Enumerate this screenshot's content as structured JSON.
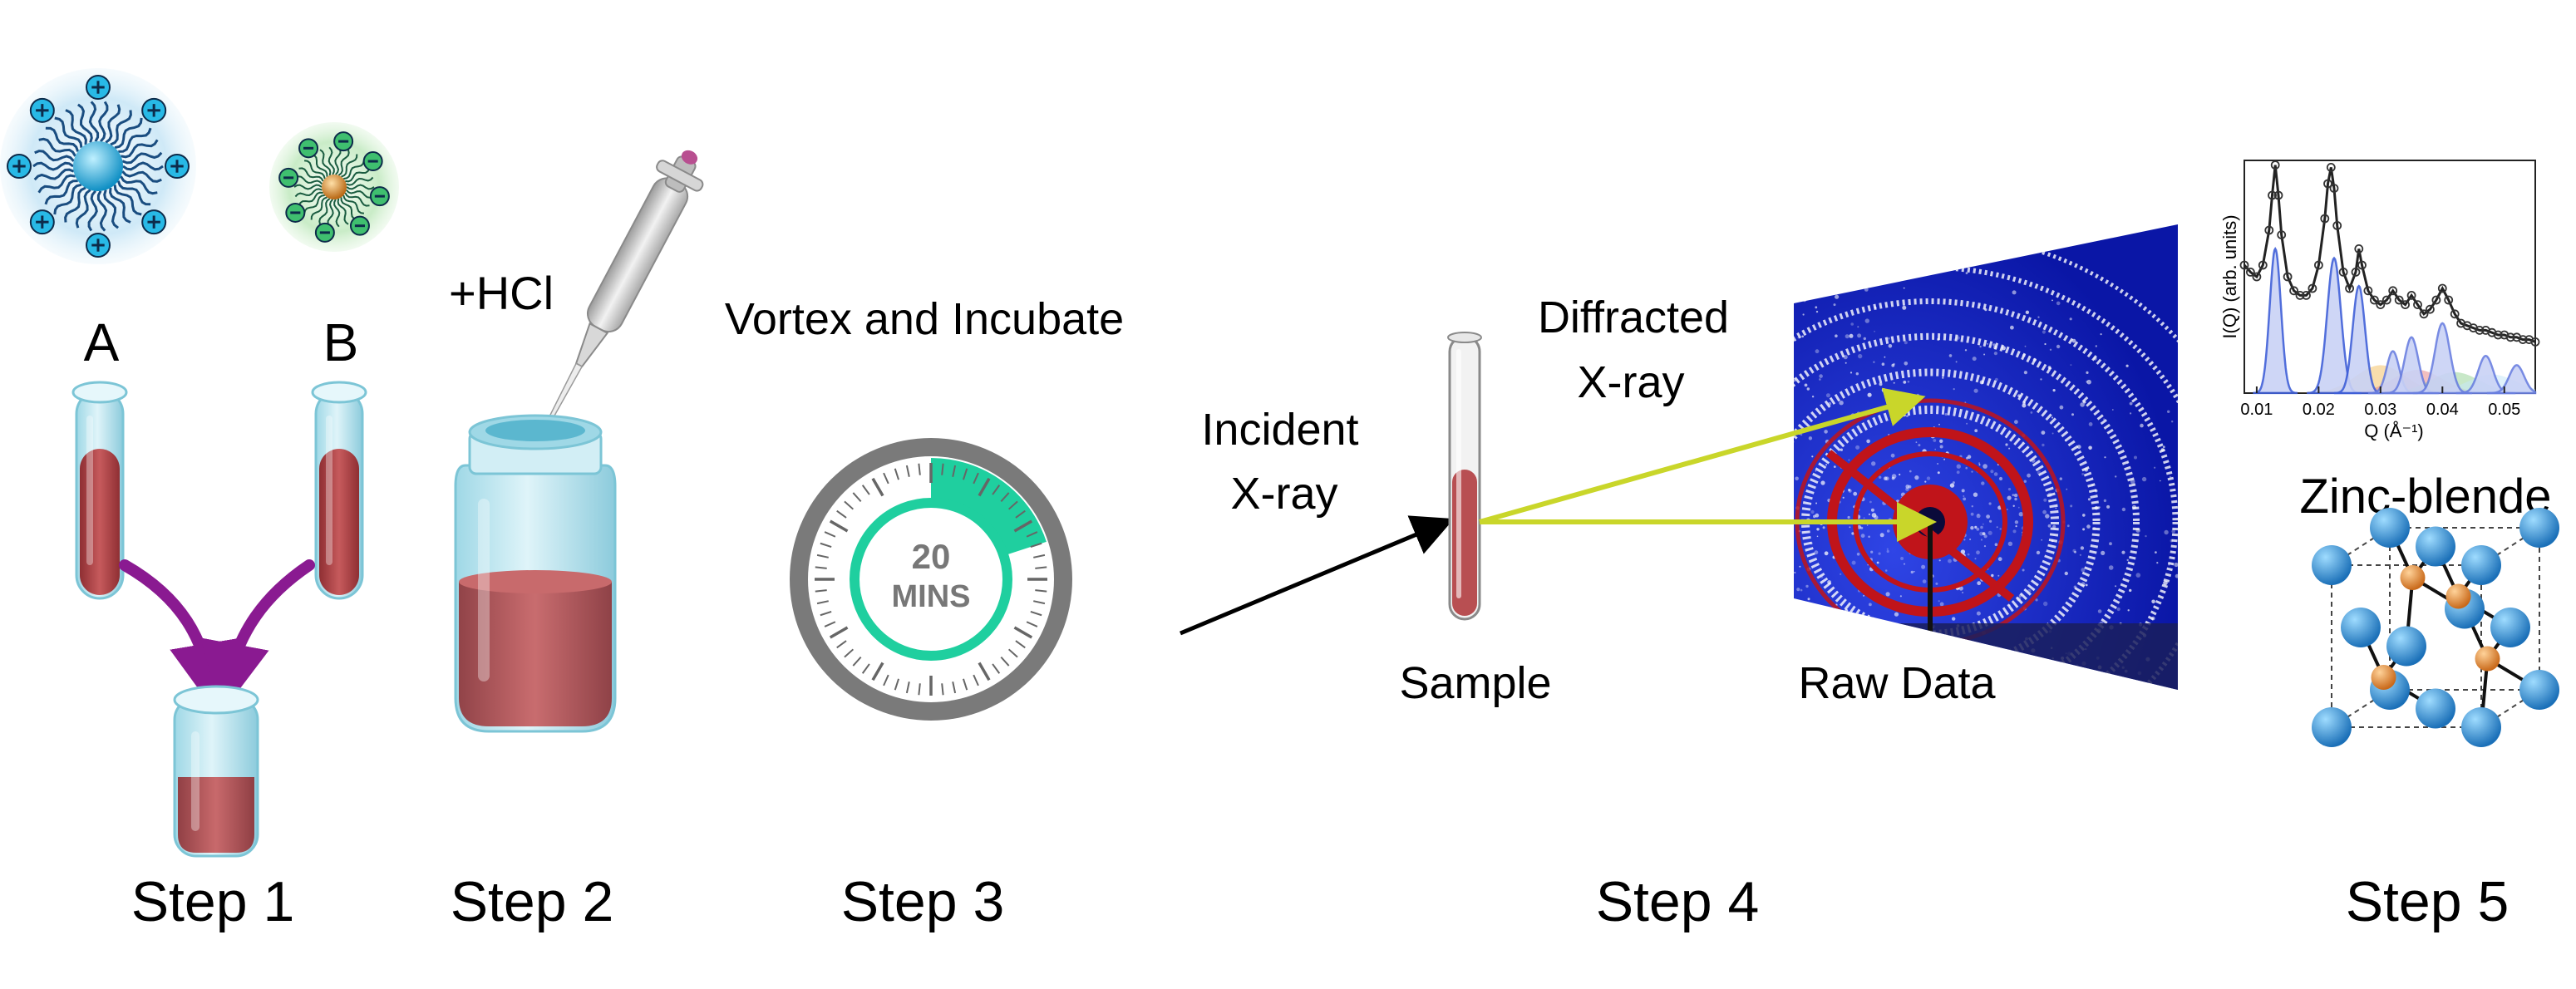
{
  "labels": {
    "a": "A",
    "b": "B",
    "hcl": "+HCl",
    "vortex": "Vortex and Incubate",
    "timer_value": "20",
    "timer_unit": "MINS",
    "incident_line1": "Incident",
    "incident_line2": "X-ray",
    "diffracted_line1": "Diffracted",
    "diffracted_line2": "X-ray",
    "sample": "Sample",
    "raw_data": "Raw Data",
    "zinc_blende": "Zinc-blende"
  },
  "steps": [
    "Step 1",
    "Step 2",
    "Step 3",
    "Step 4",
    "Step 5"
  ],
  "timer": {
    "elapsed_fraction": 0.2
  },
  "chart_data": {
    "type": "line",
    "xlabel": "Q (Å⁻¹)",
    "ylabel": "I(Q) (arb. units)",
    "xlim": [
      0.008,
      0.055
    ],
    "ylim": [
      0,
      1
    ],
    "x_ticks": [
      "0.01",
      "0.02",
      "0.03",
      "0.04",
      "0.05"
    ],
    "x_tick_values": [
      0.01,
      0.02,
      0.03,
      0.04,
      0.05
    ],
    "grid": false,
    "series_points": {
      "x": [
        0.008,
        0.009,
        0.01,
        0.011,
        0.012,
        0.0125,
        0.013,
        0.0135,
        0.014,
        0.015,
        0.016,
        0.017,
        0.018,
        0.019,
        0.02,
        0.021,
        0.0215,
        0.022,
        0.0225,
        0.023,
        0.024,
        0.025,
        0.026,
        0.0265,
        0.027,
        0.028,
        0.029,
        0.03,
        0.031,
        0.032,
        0.033,
        0.034,
        0.035,
        0.036,
        0.037,
        0.038,
        0.039,
        0.04,
        0.041,
        0.042,
        0.043,
        0.044,
        0.045,
        0.046,
        0.047,
        0.048,
        0.049,
        0.05,
        0.051,
        0.052,
        0.053,
        0.054,
        0.055
      ],
      "y": [
        0.55,
        0.52,
        0.5,
        0.55,
        0.7,
        0.85,
        0.98,
        0.85,
        0.68,
        0.5,
        0.44,
        0.42,
        0.42,
        0.45,
        0.55,
        0.75,
        0.9,
        0.97,
        0.88,
        0.72,
        0.52,
        0.45,
        0.52,
        0.62,
        0.55,
        0.44,
        0.4,
        0.38,
        0.4,
        0.44,
        0.4,
        0.38,
        0.42,
        0.38,
        0.34,
        0.36,
        0.4,
        0.45,
        0.4,
        0.34,
        0.3,
        0.29,
        0.28,
        0.27,
        0.27,
        0.26,
        0.25,
        0.25,
        0.24,
        0.24,
        0.23,
        0.23,
        0.22
      ]
    },
    "components": [
      {
        "center": 0.013,
        "height": 0.62,
        "width": 0.0009,
        "color": "#3f5fd8"
      },
      {
        "center": 0.0225,
        "height": 0.58,
        "width": 0.0011,
        "color": "#3f5fd8"
      },
      {
        "center": 0.0265,
        "height": 0.46,
        "width": 0.001,
        "color": "#3f5fd8"
      },
      {
        "center": 0.032,
        "height": 0.18,
        "width": 0.001,
        "color": "#6a7fe0"
      },
      {
        "center": 0.035,
        "height": 0.24,
        "width": 0.0011,
        "color": "#6a7fe0"
      },
      {
        "center": 0.04,
        "height": 0.3,
        "width": 0.0012,
        "color": "#6a7fe0"
      },
      {
        "center": 0.047,
        "height": 0.16,
        "width": 0.0012,
        "color": "#6a7fe0"
      },
      {
        "center": 0.052,
        "height": 0.12,
        "width": 0.0012,
        "color": "#6a7fe0"
      }
    ],
    "background_components": [
      {
        "center": 0.03,
        "height": 0.12,
        "width": 0.004,
        "color": "#f4c36a"
      },
      {
        "center": 0.036,
        "height": 0.1,
        "width": 0.004,
        "color": "#e88a8a"
      },
      {
        "center": 0.042,
        "height": 0.09,
        "width": 0.004,
        "color": "#9ad69a"
      },
      {
        "center": 0.048,
        "height": 0.08,
        "width": 0.004,
        "color": "#c7e8f7"
      }
    ]
  },
  "colors": {
    "liquid": "#b84f52",
    "glass": "#bfe7f0",
    "glass_dark": "#7cc5d6",
    "timer_green": "#1fcf9f",
    "timer_ring": "#7a7a7a",
    "arrow_purple": "#8a1a91",
    "beam_yellow": "#c9d62a",
    "detector_blue": "#1224c8",
    "ring_red": "#c0141a",
    "atom_blue": "#2d8fd8",
    "atom_orange": "#e8892a",
    "particle_a": "#28b9e6",
    "particle_b": "#d9882b"
  }
}
